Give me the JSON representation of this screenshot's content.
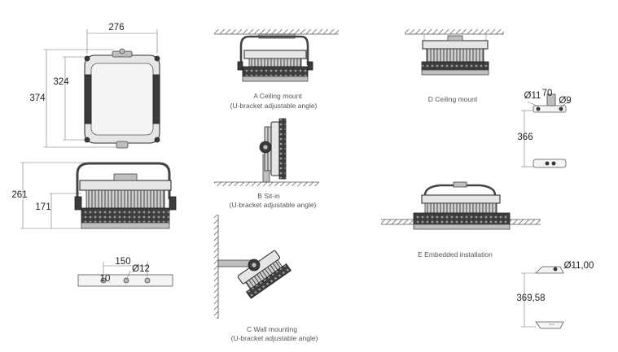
{
  "dimensions": {
    "width_top": "276",
    "height_outer": "374",
    "height_inner": "324",
    "side_height_total": "261",
    "side_height_body": "171",
    "base_length": "150",
    "base_hole": "Ø12",
    "base_small": "10",
    "ceiling_hole_a": "Ø11",
    "ceiling_width": "70",
    "ceiling_hole_b": "Ø9",
    "ceiling_spacing": "366",
    "embedded_hole": "Ø11,00",
    "embedded_spacing": "369,58"
  },
  "captions": {
    "a_line1": "A  Ceiling mount",
    "a_line2": "(U-bracket adjustable angle)",
    "b_line1": "B  Sit-in",
    "b_line2": "(U-bracket adjustable angle)",
    "c_line1": "C  Wall mounting",
    "c_line2": "(U-bracket adjustable angle)",
    "d_line1": "D  Ceiling mount",
    "e_line1": "E  Embedded installation"
  }
}
